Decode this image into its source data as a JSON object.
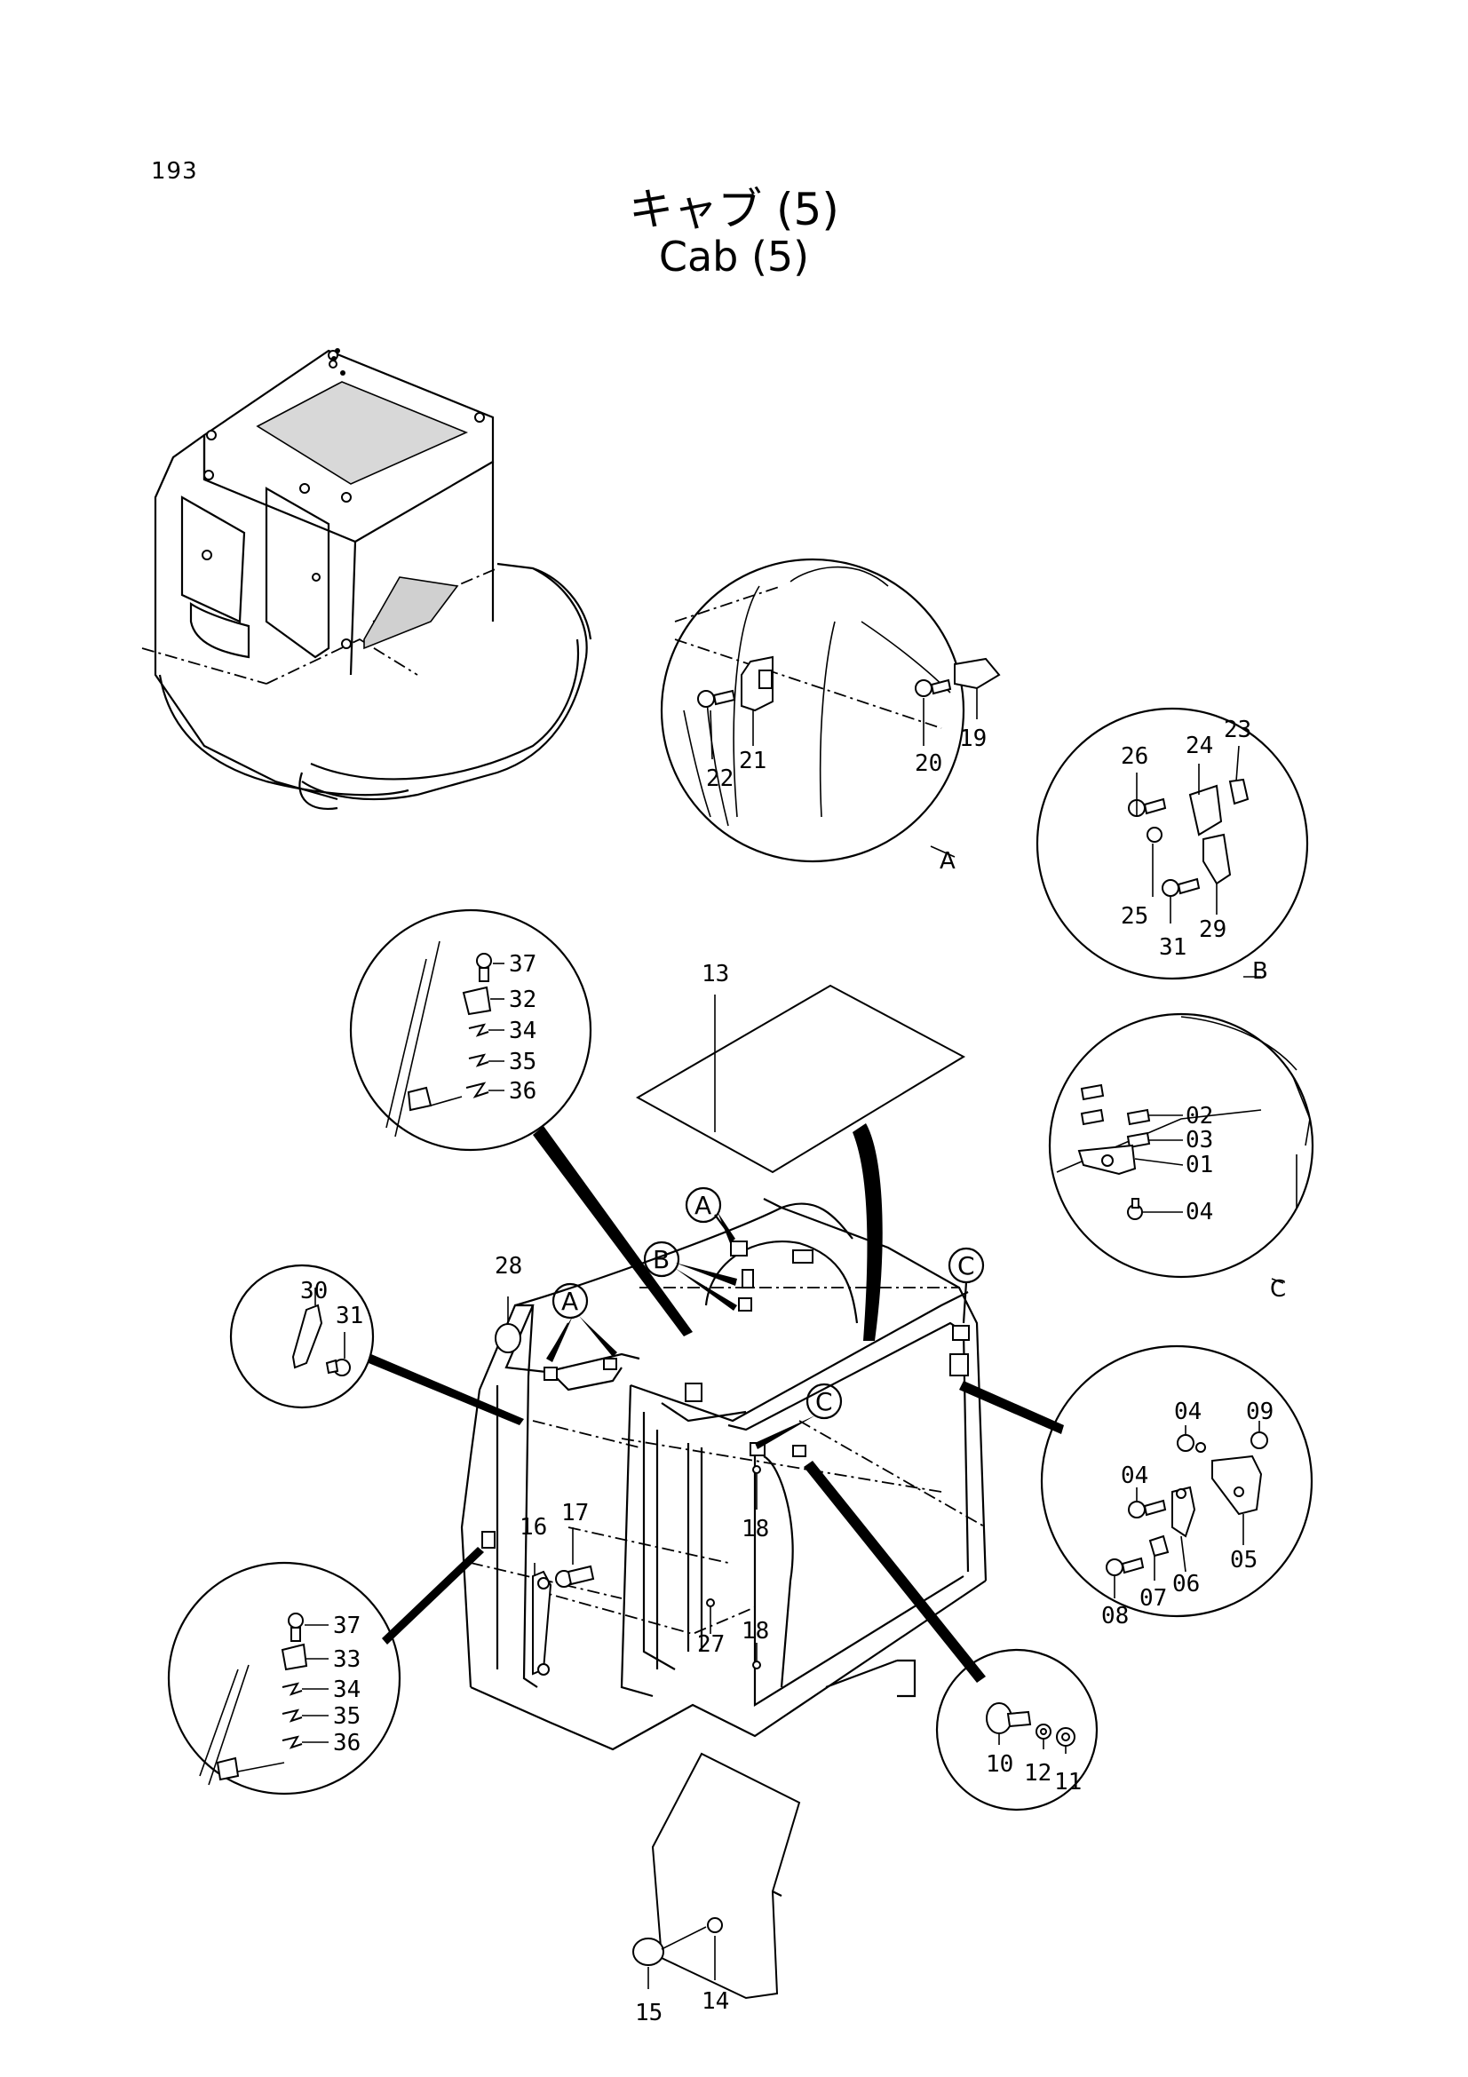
{
  "page_number": "193",
  "title_jp": "キャブ (5)",
  "title_en": "Cab (5)",
  "detail_views": [
    {
      "key": "A",
      "parts": [
        "22",
        "21",
        "20",
        "19"
      ]
    },
    {
      "key": "B",
      "parts": [
        "26",
        "24",
        "23",
        "25",
        "31",
        "29"
      ]
    },
    {
      "key": "C",
      "parts": [
        "02",
        "03",
        "01",
        "04"
      ]
    },
    {
      "key": "upper-left",
      "parts": [
        "37",
        "32",
        "34",
        "35",
        "36"
      ]
    },
    {
      "key": "lower-left",
      "parts": [
        "37",
        "33",
        "34",
        "35",
        "36"
      ]
    },
    {
      "key": "left-small",
      "parts": [
        "30",
        "31"
      ]
    },
    {
      "key": "right-hinge",
      "parts": [
        "04",
        "09",
        "04",
        "05",
        "06",
        "07",
        "08"
      ]
    },
    {
      "key": "bottom-bolt",
      "parts": [
        "10",
        "12",
        "11"
      ]
    }
  ],
  "main_parts": [
    "13",
    "28",
    "16",
    "17",
    "18",
    "18",
    "27",
    "14",
    "15"
  ],
  "callouts": {
    "A": "A",
    "B": "B",
    "C": "C"
  }
}
